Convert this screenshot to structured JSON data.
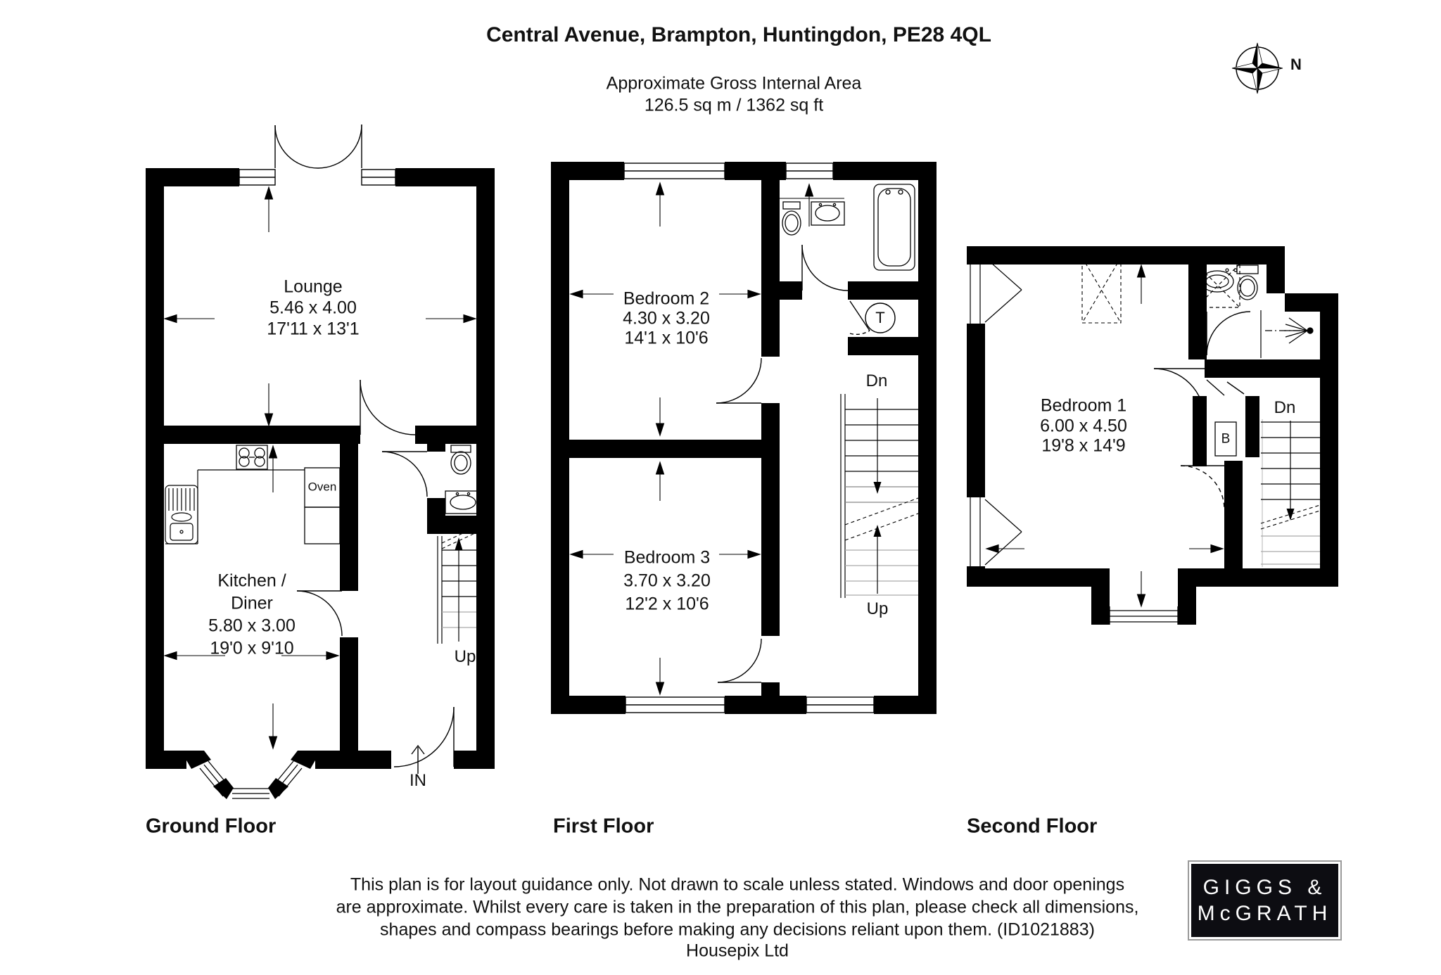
{
  "header": {
    "title": "Central Avenue, Brampton, Huntingdon, PE28 4QL",
    "area_line1": "Approximate Gross Internal Area",
    "area_line2": "126.5 sq m / 1362 sq ft"
  },
  "compass": {
    "north_label": "N"
  },
  "ground_floor": {
    "title": "Ground Floor",
    "lounge": {
      "name": "Lounge",
      "metric": "5.46 x 4.00",
      "imperial": "17'11 x 13'1"
    },
    "kitchen": {
      "name_line1": "Kitchen /",
      "name_line2": "Diner",
      "metric": "5.80 x 3.00",
      "imperial": "19'0 x 9'10"
    },
    "oven_label": "Oven",
    "stairs_label": "Up",
    "entrance_label": "IN"
  },
  "first_floor": {
    "title": "First Floor",
    "bedroom2": {
      "name": "Bedroom 2",
      "metric": "4.30 x 3.20",
      "imperial": "14'1 x 10'6"
    },
    "bedroom3": {
      "name": "Bedroom 3",
      "metric": "3.70 x 3.20",
      "imperial": "12'2 x 10'6"
    },
    "tank_label": "T",
    "down_label": "Dn",
    "up_label": "Up"
  },
  "second_floor": {
    "title": "Second Floor",
    "bedroom1": {
      "name": "Bedroom 1",
      "metric": "6.00 x 4.50",
      "imperial": "19'8 x 14'9"
    },
    "boiler_label": "B",
    "down_label": "Dn"
  },
  "footer": {
    "disclaimer_lines": [
      "This plan is for layout guidance only. Not drawn to scale unless stated. Windows and door openings",
      "are approximate. Whilst every care is taken in the preparation of this plan, please check all dimensions,",
      "shapes and compass bearings before making any decisions reliant upon them. (ID1021883)",
      "Housepix Ltd"
    ]
  },
  "logo": {
    "line1": "GIGGS &",
    "line2": "McGRATH"
  }
}
